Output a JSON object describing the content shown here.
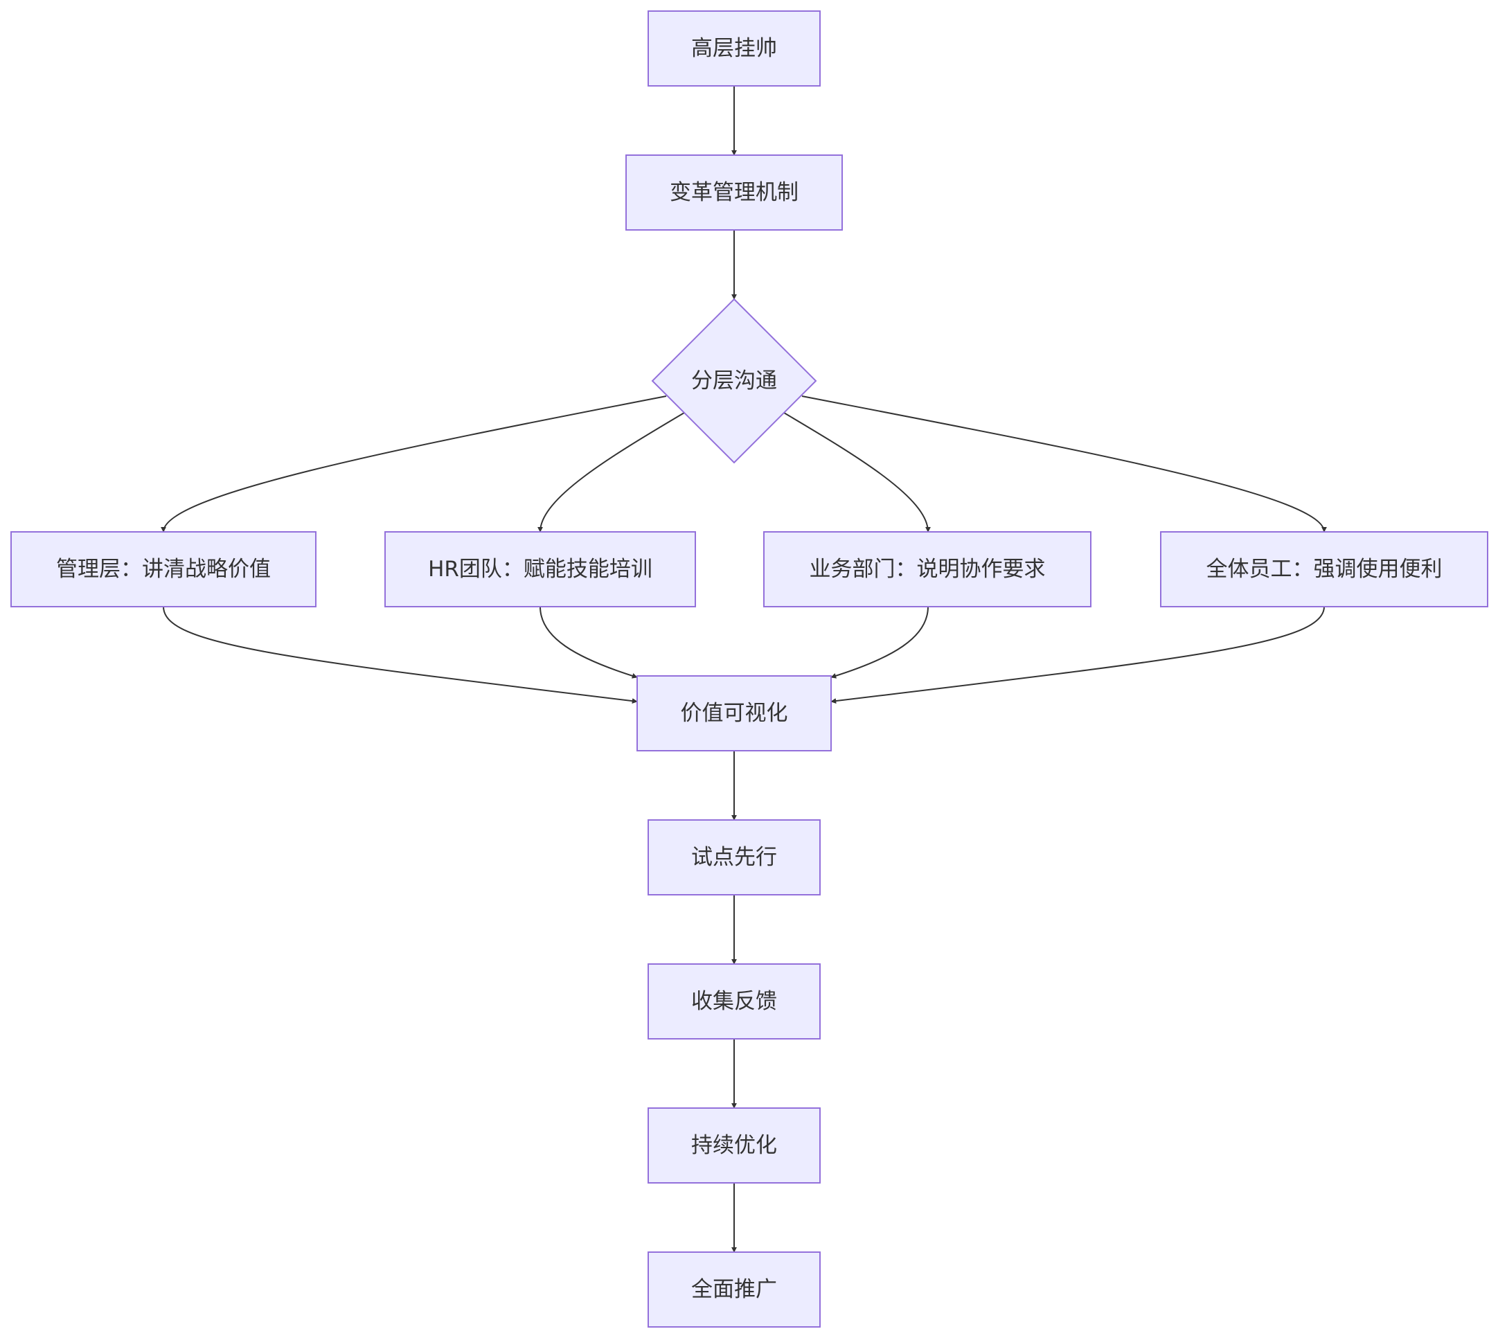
{
  "nodes": [
    {
      "id": "n1",
      "label": "高层挂帅",
      "shape": "rect"
    },
    {
      "id": "n2",
      "label": "变革管理机制",
      "shape": "rect"
    },
    {
      "id": "n3",
      "label": "分层沟通",
      "shape": "diamond"
    },
    {
      "id": "n4",
      "label": "管理层：讲清战略价值",
      "shape": "rect"
    },
    {
      "id": "n5",
      "label": "HR团队：赋能技能培训",
      "shape": "rect"
    },
    {
      "id": "n6",
      "label": "业务部门：说明协作要求",
      "shape": "rect"
    },
    {
      "id": "n7",
      "label": "全体员工：强调使用便利",
      "shape": "rect"
    },
    {
      "id": "n8",
      "label": "价值可视化",
      "shape": "rect"
    },
    {
      "id": "n9",
      "label": "试点先行",
      "shape": "rect"
    },
    {
      "id": "n10",
      "label": "收集反馈",
      "shape": "rect"
    },
    {
      "id": "n11",
      "label": "持续优化",
      "shape": "rect"
    },
    {
      "id": "n12",
      "label": "全面推广",
      "shape": "rect"
    }
  ],
  "edges": [
    {
      "from": "n1",
      "to": "n2"
    },
    {
      "from": "n2",
      "to": "n3"
    },
    {
      "from": "n3",
      "to": "n4"
    },
    {
      "from": "n3",
      "to": "n5"
    },
    {
      "from": "n3",
      "to": "n6"
    },
    {
      "from": "n3",
      "to": "n7"
    },
    {
      "from": "n4",
      "to": "n8"
    },
    {
      "from": "n5",
      "to": "n8"
    },
    {
      "from": "n6",
      "to": "n8"
    },
    {
      "from": "n7",
      "to": "n8"
    },
    {
      "from": "n8",
      "to": "n9"
    },
    {
      "from": "n9",
      "to": "n10"
    },
    {
      "from": "n10",
      "to": "n11"
    },
    {
      "from": "n11",
      "to": "n12"
    }
  ]
}
